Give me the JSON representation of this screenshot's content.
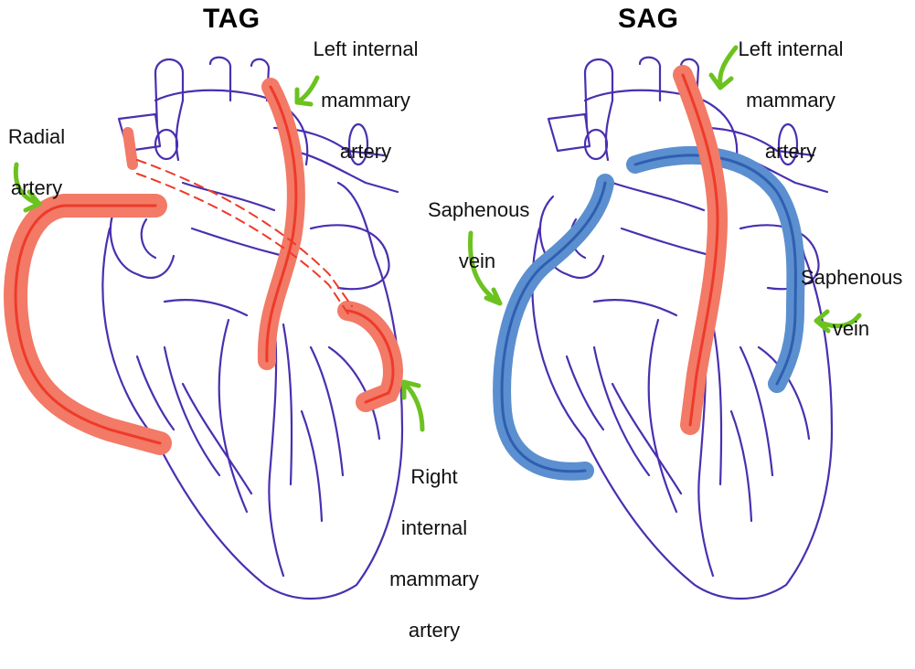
{
  "panels": [
    {
      "title": "TAG",
      "labels": {
        "left_internal_mammary_artery": [
          "Left internal",
          "mammary",
          "artery"
        ],
        "radial_artery": [
          "Radial",
          "artery"
        ],
        "right_internal_mammary_artery": [
          "Right",
          "internal",
          "mammary",
          "artery"
        ]
      }
    },
    {
      "title": "SAG",
      "labels": {
        "left_internal_mammary_artery": [
          "Left internal",
          "mammary",
          "artery"
        ],
        "saphenous_vein_left": [
          "Saphenous",
          "vein"
        ],
        "saphenous_vein_right": [
          "Saphenous",
          "vein"
        ]
      }
    }
  ],
  "colors": {
    "heart_outline": "#4a2fb0",
    "artery_graft": "#ee3a2a",
    "artery_graft_fill": "#f27a66",
    "vein_graft": "#2f5fb0",
    "vein_graft_fill": "#5b8fd0",
    "arrow": "#6cc21f"
  }
}
